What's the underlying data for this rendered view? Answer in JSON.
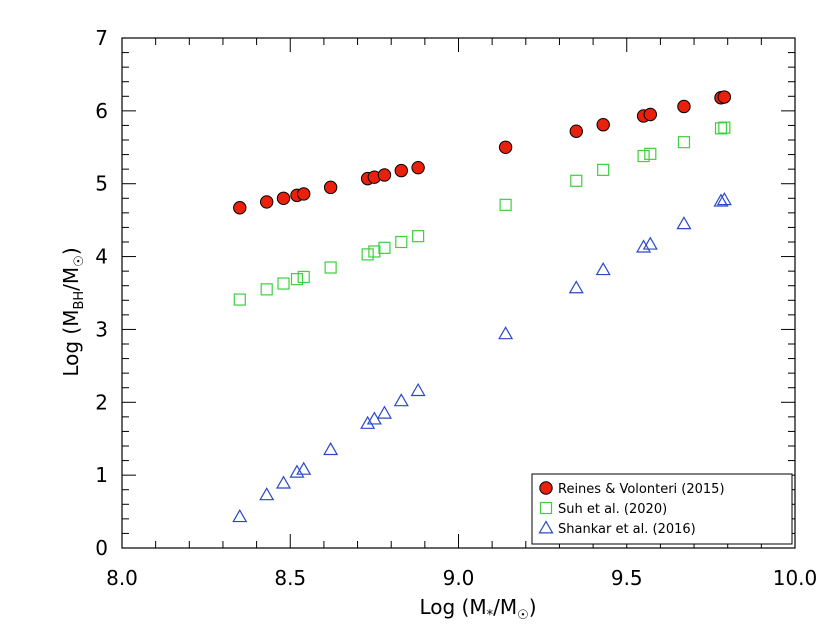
{
  "chart_data": {
    "type": "scatter",
    "title": "",
    "xlabel": "Log (M*/M☉)",
    "ylabel": "Log (MBH/M☉)",
    "xlim": [
      8.0,
      10.0
    ],
    "ylim": [
      0,
      7
    ],
    "x_ticks": [
      "8.0",
      "8.5",
      "9.0",
      "9.5",
      "10.0"
    ],
    "y_ticks": [
      "0",
      "1",
      "2",
      "3",
      "4",
      "5",
      "6",
      "7"
    ],
    "grid": false,
    "legend_position": "bottom-right",
    "x": [
      8.35,
      8.43,
      8.48,
      8.52,
      8.54,
      8.62,
      8.73,
      8.75,
      8.78,
      8.83,
      8.88,
      9.14,
      9.35,
      9.43,
      9.55,
      9.57,
      9.67,
      9.78,
      9.79
    ],
    "series": [
      {
        "name": "Reines & Volonteri (2015)",
        "marker": "filled-circle",
        "color": "#e8200c",
        "values": [
          4.67,
          4.75,
          4.8,
          4.84,
          4.86,
          4.95,
          5.07,
          5.09,
          5.12,
          5.18,
          5.22,
          5.5,
          5.72,
          5.81,
          5.93,
          5.95,
          6.06,
          6.18,
          6.19
        ]
      },
      {
        "name": "Suh et al. (2020)",
        "marker": "open-square",
        "color": "#3ecf3e",
        "values": [
          3.41,
          3.55,
          3.63,
          3.69,
          3.72,
          3.85,
          4.03,
          4.07,
          4.12,
          4.2,
          4.28,
          4.71,
          5.04,
          5.19,
          5.38,
          5.41,
          5.57,
          5.76,
          5.77
        ]
      },
      {
        "name": "Shankar et al. (2016)",
        "marker": "open-triangle",
        "color": "#2a48c8",
        "values": [
          0.43,
          0.73,
          0.89,
          1.04,
          1.08,
          1.35,
          1.71,
          1.77,
          1.85,
          2.02,
          2.16,
          2.94,
          3.57,
          3.82,
          4.13,
          4.17,
          4.45,
          4.76,
          4.78
        ]
      }
    ]
  }
}
